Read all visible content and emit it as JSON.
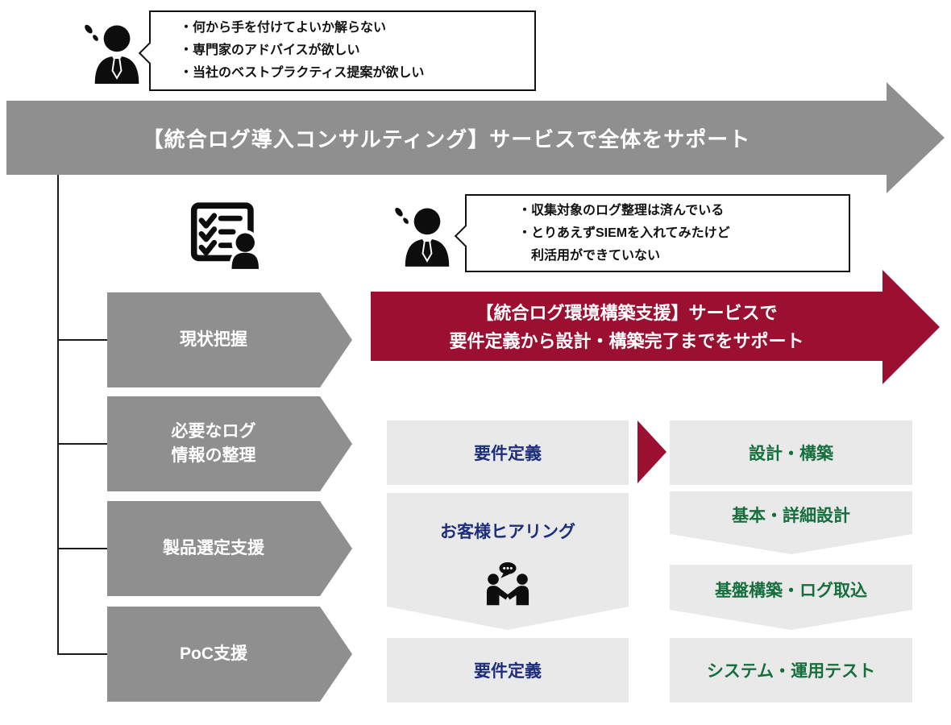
{
  "colors": {
    "arrow_gray": "#8f8f8f",
    "accent_red": "#9b0f31",
    "box_gray": "#e9e9e9",
    "text_navy": "#1c2e7c",
    "text_green": "#156f3d",
    "icon_black": "#0d0d0d"
  },
  "top_quote": {
    "lines": [
      "・何から手を付けてよいか解らない",
      "・専門家のアドバイスが欲しい",
      "・当社のベストプラクティス提案が欲しい"
    ]
  },
  "banner_consulting": {
    "text": "【統合ログ導入コンサルティング】サービスで全体をサポート"
  },
  "mid_quote": {
    "lines": [
      "・収集対象のログ整理は済んでいる",
      "・とりあえずSIEMを入れてみたけど",
      "　利活用ができていない"
    ]
  },
  "banner_build": {
    "lines": [
      "【統合ログ環境構築支援】サービスで",
      "要件定義から設計・構築完了までをサポート"
    ]
  },
  "left_steps": [
    "現状把握",
    "必要なログ\n情報の整理",
    "製品選定支援",
    "PoC支援"
  ],
  "requirements_phase": {
    "step1": "要件定義",
    "step2": "お客様ヒアリング",
    "step3": "要件定義"
  },
  "build_phase": {
    "step1": "設計・構築",
    "step2": "基本・詳細設計",
    "step3": "基盤構築・ログ取込",
    "step4": "システム・運用テスト"
  },
  "icons": {
    "worried_person_top": "worried-person-icon",
    "worried_person_mid": "worried-person-icon",
    "checklist_person": "checklist-person-icon",
    "customer_hearing": "handshake-talk-icon"
  }
}
